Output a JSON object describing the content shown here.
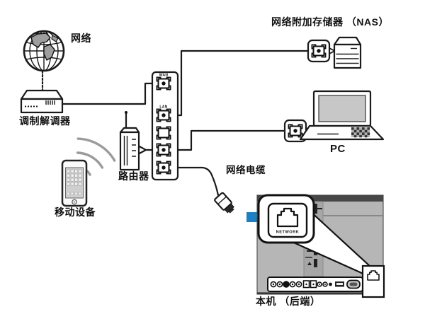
{
  "diagram": {
    "title_labels": {
      "internet": "网络",
      "modem": "调制解调器",
      "router": "路由器",
      "mobile_device": "移动设备",
      "nas": "网络附加存储器 （NAS）",
      "pc": "PC",
      "network_cable": "网络电缆",
      "unit_rear": "本机 （后端）"
    },
    "port_labels": {
      "wan": "WAN",
      "lan": "LAN",
      "network": "NETWORK"
    },
    "colors": {
      "arrow_blue": "#1d80c3",
      "panel_gray": "#b6b6b6",
      "panel_dark": "#474747",
      "line_black": "#1a1a1a",
      "wifi_gray": "#9b9b9b"
    },
    "icons": [
      "globe-icon",
      "modem-icon",
      "router-icon",
      "smartphone-icon",
      "wifi-waves-icon",
      "ethernet-jack-icon",
      "nas-icon",
      "laptop-icon",
      "rj45-plug-icon",
      "arrow-right-icon",
      "network-port-icon",
      "rear-panel"
    ]
  }
}
